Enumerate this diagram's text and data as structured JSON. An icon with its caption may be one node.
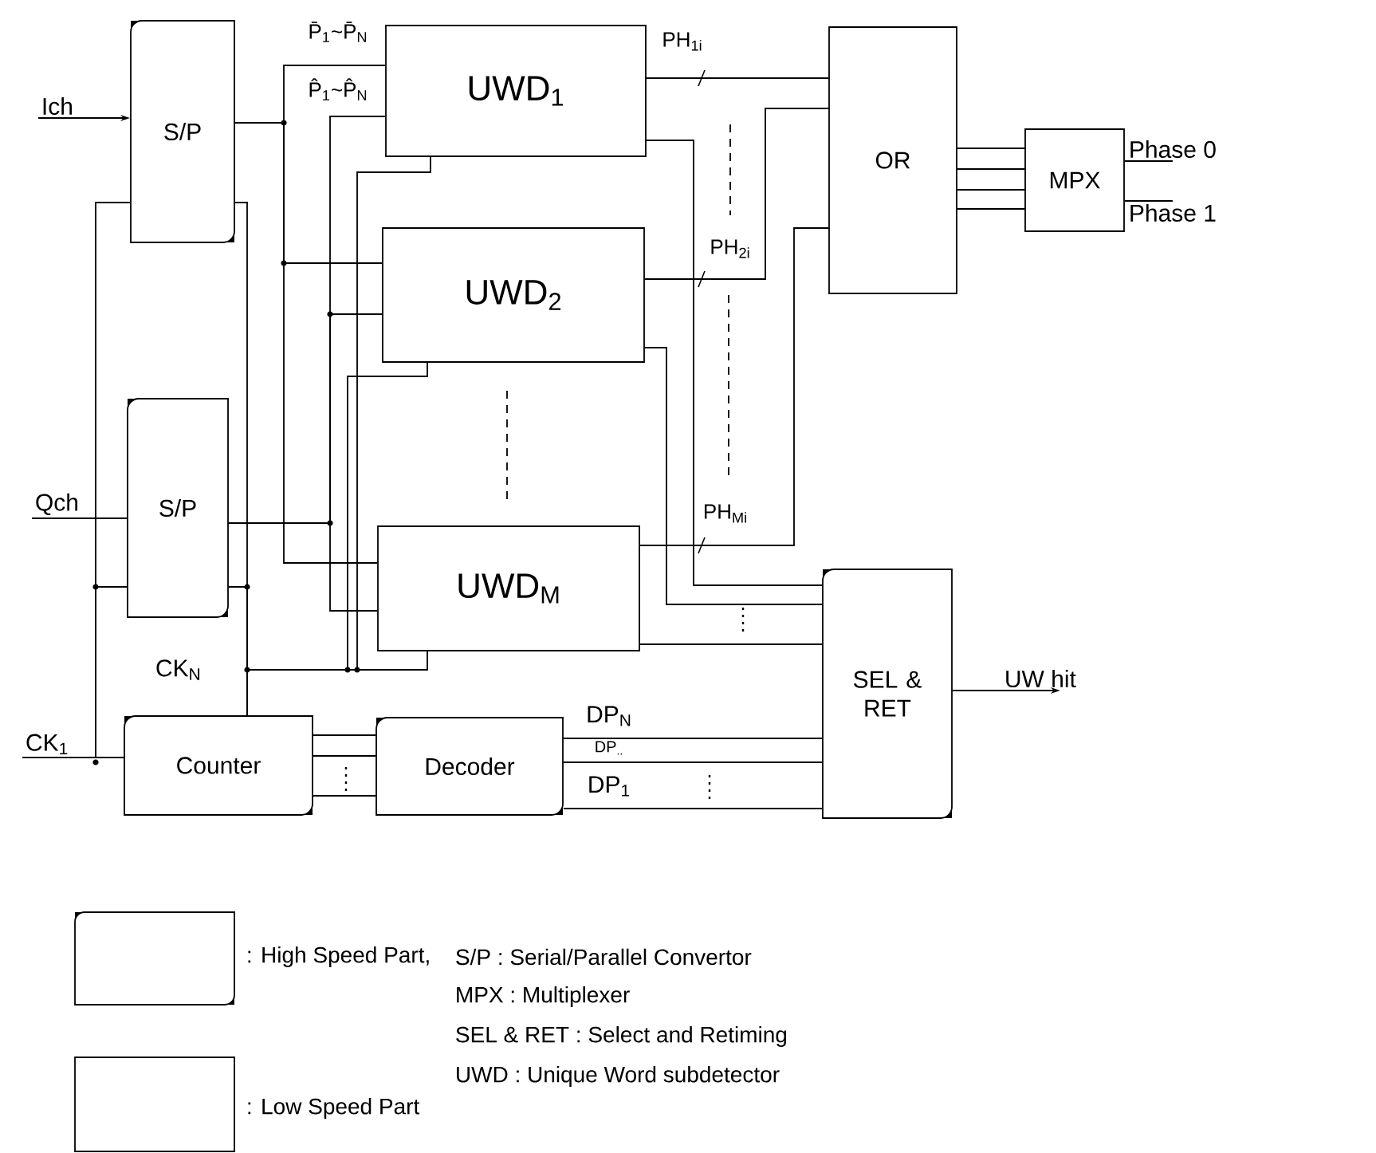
{
  "diagram": {
    "nodes": [
      {
        "text": [
          "Ich"
        ]
      },
      {
        "text": [
          "S/P"
        ]
      },
      {
        "text": [
          "UWD$_{1}$"
        ]
      },
      {
        "text": [
          "OR"
        ]
      },
      {
        "text": [
          "MPX"
        ]
      },
      {
        "text": [
          "Phase 0"
        ]
      },
      {
        "text": [
          "Phase 1"
        ]
      },
      {
        "text": [
          "UWD$_{2}$"
        ]
      },
      {
        "text": [
          "Qch"
        ]
      },
      {
        "text": [
          "S/P"
        ]
      },
      {
        "text": [
          "UWD$_{M}$"
        ]
      },
      {
        "text": [
          "SEL & RET"
        ]
      },
      {
        "text": [
          "UW hit"
        ]
      },
      {
        "text": [
          "CK$_{1}$"
        ]
      },
      {
        "text": [
          "Counter"
        ]
      },
      {
        "text": [
          "Decoder"
        ]
      }
    ],
    "edges": [
      {
        "from": 0,
        "to": 1,
        "arrow": "to"
      },
      {
        "from": 1,
        "to": 2,
        "arrow": "none",
        "label": "P̄$_{1}$~P̄$_{N}$"
      },
      {
        "from": 1,
        "to": 7,
        "arrow": "none"
      },
      {
        "from": 1,
        "to": 10,
        "arrow": "none"
      },
      {
        "from": 9,
        "to": 2,
        "arrow": "none",
        "label": "P̂$_{1}$~P̂$_{N}$"
      },
      {
        "from": 9,
        "to": 7,
        "arrow": "none"
      },
      {
        "from": 9,
        "to": 10,
        "arrow": "none"
      },
      {
        "from": 2,
        "to": 3,
        "arrow": "none",
        "label": "PH$_{1i}$"
      },
      {
        "from": 7,
        "to": 3,
        "arrow": "none",
        "label": "PH$_{2i}$"
      },
      {
        "from": 10,
        "to": 3,
        "arrow": "none",
        "label": "PH$_{Mi}$"
      },
      {
        "from": 2,
        "to": 11,
        "arrow": "none"
      },
      {
        "from": 7,
        "to": 11,
        "arrow": "none"
      },
      {
        "from": 10,
        "to": 11,
        "arrow": "none"
      },
      {
        "from": 3,
        "to": 4,
        "arrow": "none"
      },
      {
        "from": 3,
        "to": 4,
        "arrow": "none"
      },
      {
        "from": 3,
        "to": 4,
        "arrow": "none"
      },
      {
        "from": 3,
        "to": 4,
        "arrow": "none"
      },
      {
        "from": 4,
        "to": 5,
        "arrow": "none"
      },
      {
        "from": 4,
        "to": 6,
        "arrow": "none"
      },
      {
        "from": 8,
        "to": 9,
        "arrow": "none"
      },
      {
        "from": 11,
        "to": 12,
        "arrow": "to"
      },
      {
        "from": 13,
        "to": 14,
        "arrow": "none"
      },
      {
        "from": 13,
        "to": 1,
        "arrow": "none"
      },
      {
        "from": 13,
        "to": 9,
        "arrow": "none"
      },
      {
        "from": 14,
        "to": 1,
        "arrow": "none"
      },
      {
        "from": 14,
        "to": 9,
        "arrow": "none"
      },
      {
        "from": 14,
        "to": 2,
        "arrow": "none"
      },
      {
        "from": 14,
        "to": 7,
        "arrow": "none"
      },
      {
        "from": 14,
        "to": 10,
        "arrow": "none"
      },
      {
        "from": 14,
        "to": 15,
        "arrow": "none"
      },
      {
        "from": 14,
        "to": 15,
        "arrow": "none"
      },
      {
        "from": 14,
        "to": 15,
        "arrow": "none"
      },
      {
        "from": 15,
        "to": 11,
        "arrow": "none",
        "label": "DP$_{N}$"
      },
      {
        "from": 15,
        "to": 11,
        "arrow": "none",
        "label": "DP$_{..}$"
      },
      {
        "from": 15,
        "to": 11,
        "arrow": "none",
        "label": "DP$_{1}$"
      }
    ],
    "labels": [
      "CK$_{N}$",
      "S/P  :  Serial/Parallel  Convertor",
      "MPX  :  Multiplexer",
      "SEL & RET : Select and Retiming",
      "UWD : Unique Word subdetector"
    ],
    "legend": [
      {
        "text": ": High Speed Part,"
      },
      {
        "text": ": Low Speed Part"
      }
    ]
  }
}
